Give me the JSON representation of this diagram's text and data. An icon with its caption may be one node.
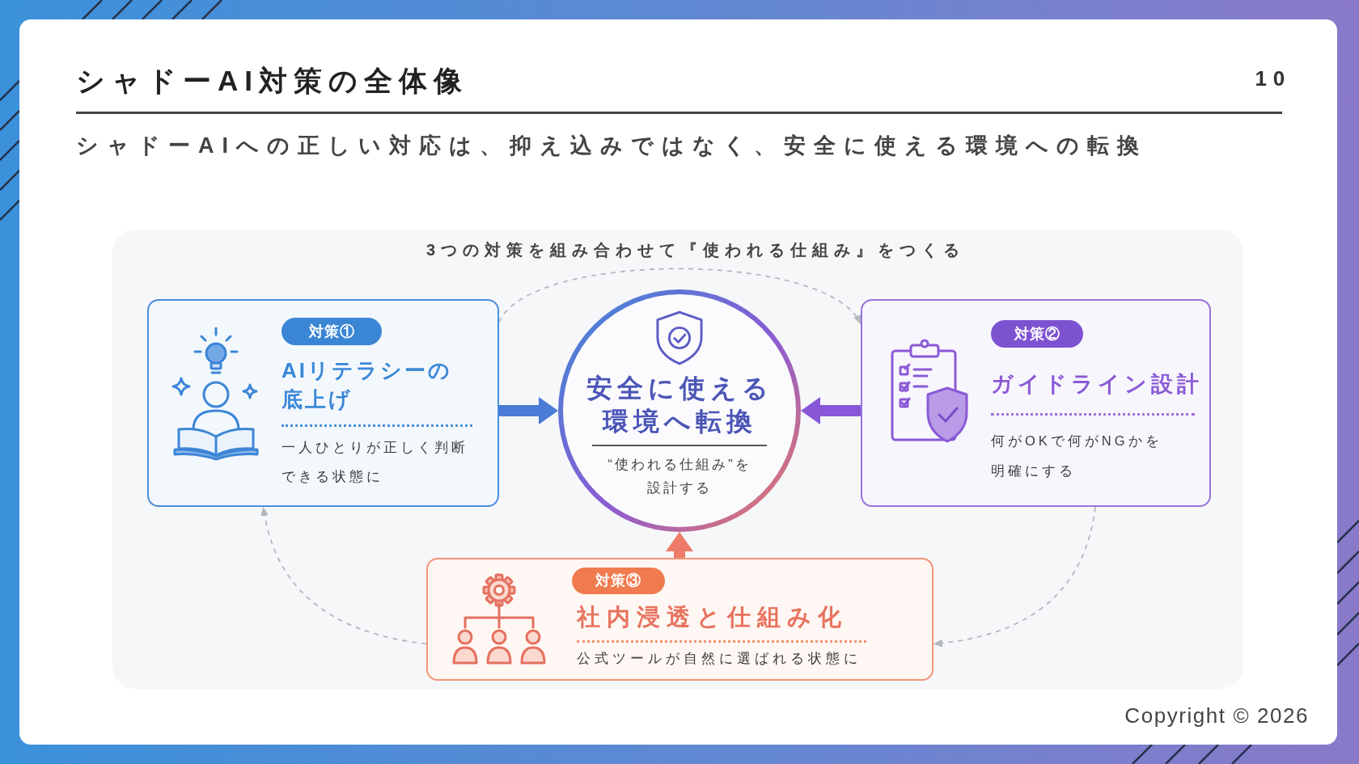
{
  "diagram": {
    "title": "シャドーAI対策の全体像",
    "nodes": [
      {
        "text": [
          "AIリテラシーの底上げ",
          "一人ひとりが正しく判断できる状態に"
        ]
      },
      {
        "text": [
          "対策①"
        ],
        "in": 0
      },
      {
        "text": [
          "安全に使える環境へ転換",
          "“使われる仕組み”を設計する"
        ]
      },
      {
        "text": [
          "ガイドライン設計",
          "何がOKで何がNGかを明確にする"
        ]
      },
      {
        "text": [
          "対策②"
        ],
        "in": 3
      },
      {
        "text": [
          "社内浸透と仕組み化",
          "公式ツールが自然に選ばれる状態に"
        ]
      },
      {
        "text": [
          "対策③"
        ],
        "in": 5
      }
    ],
    "edges": [
      {
        "from": 0,
        "to": 2,
        "arrow": "to",
        "style": "thick",
        "color": "#4a7bd6"
      },
      {
        "from": 3,
        "to": 2,
        "arrow": "to",
        "style": "thick",
        "color": "#8757d8"
      },
      {
        "from": 5,
        "to": 2,
        "arrow": "to",
        "style": "thick",
        "color": "#ee7a68"
      },
      {
        "from": 0,
        "to": 3,
        "arrow": "to",
        "style": "dashed"
      },
      {
        "from": 3,
        "to": 5,
        "arrow": "to",
        "style": "dashed"
      },
      {
        "from": 5,
        "to": 0,
        "arrow": "to",
        "style": "dashed"
      }
    ],
    "labels": [
      "10",
      "シャドーAIへの正しい対応は、抑え込みではなく、安全に使える環境への転換",
      "3つの対策を組み合わせて『使われる仕組み』をつくる",
      "Copyright © 2026"
    ]
  }
}
